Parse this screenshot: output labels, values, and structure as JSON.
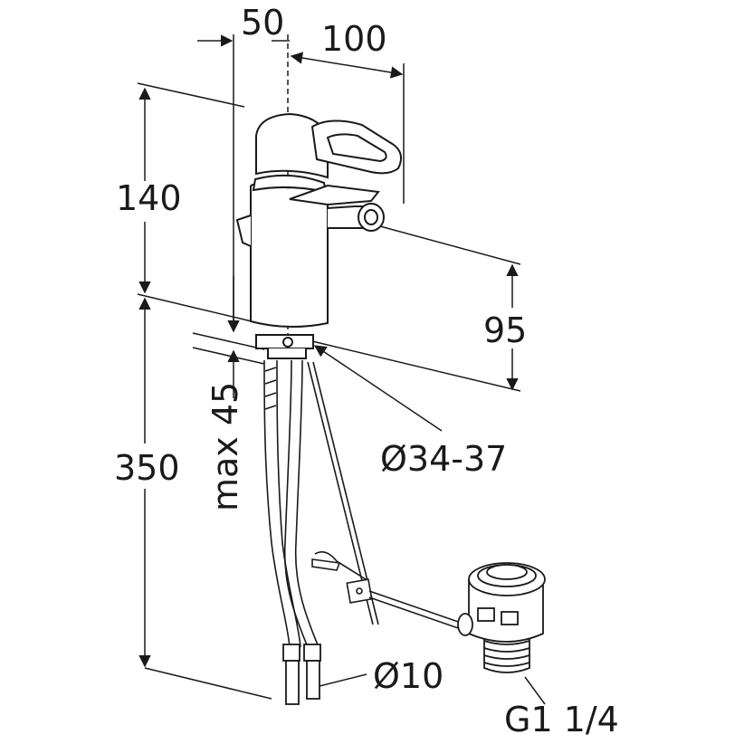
{
  "dimensions": {
    "offset_50": "50",
    "reach_100": "100",
    "height_140": "140",
    "spout_height_95": "95",
    "hole_diameter": "Ø34-37",
    "deck_thickness": "max 45",
    "hose_length_350": "350",
    "hose_diameter": "Ø10",
    "waste_thread": "G1 1/4"
  },
  "colors": {
    "line": "#1a1a1a",
    "background": "#ffffff"
  }
}
